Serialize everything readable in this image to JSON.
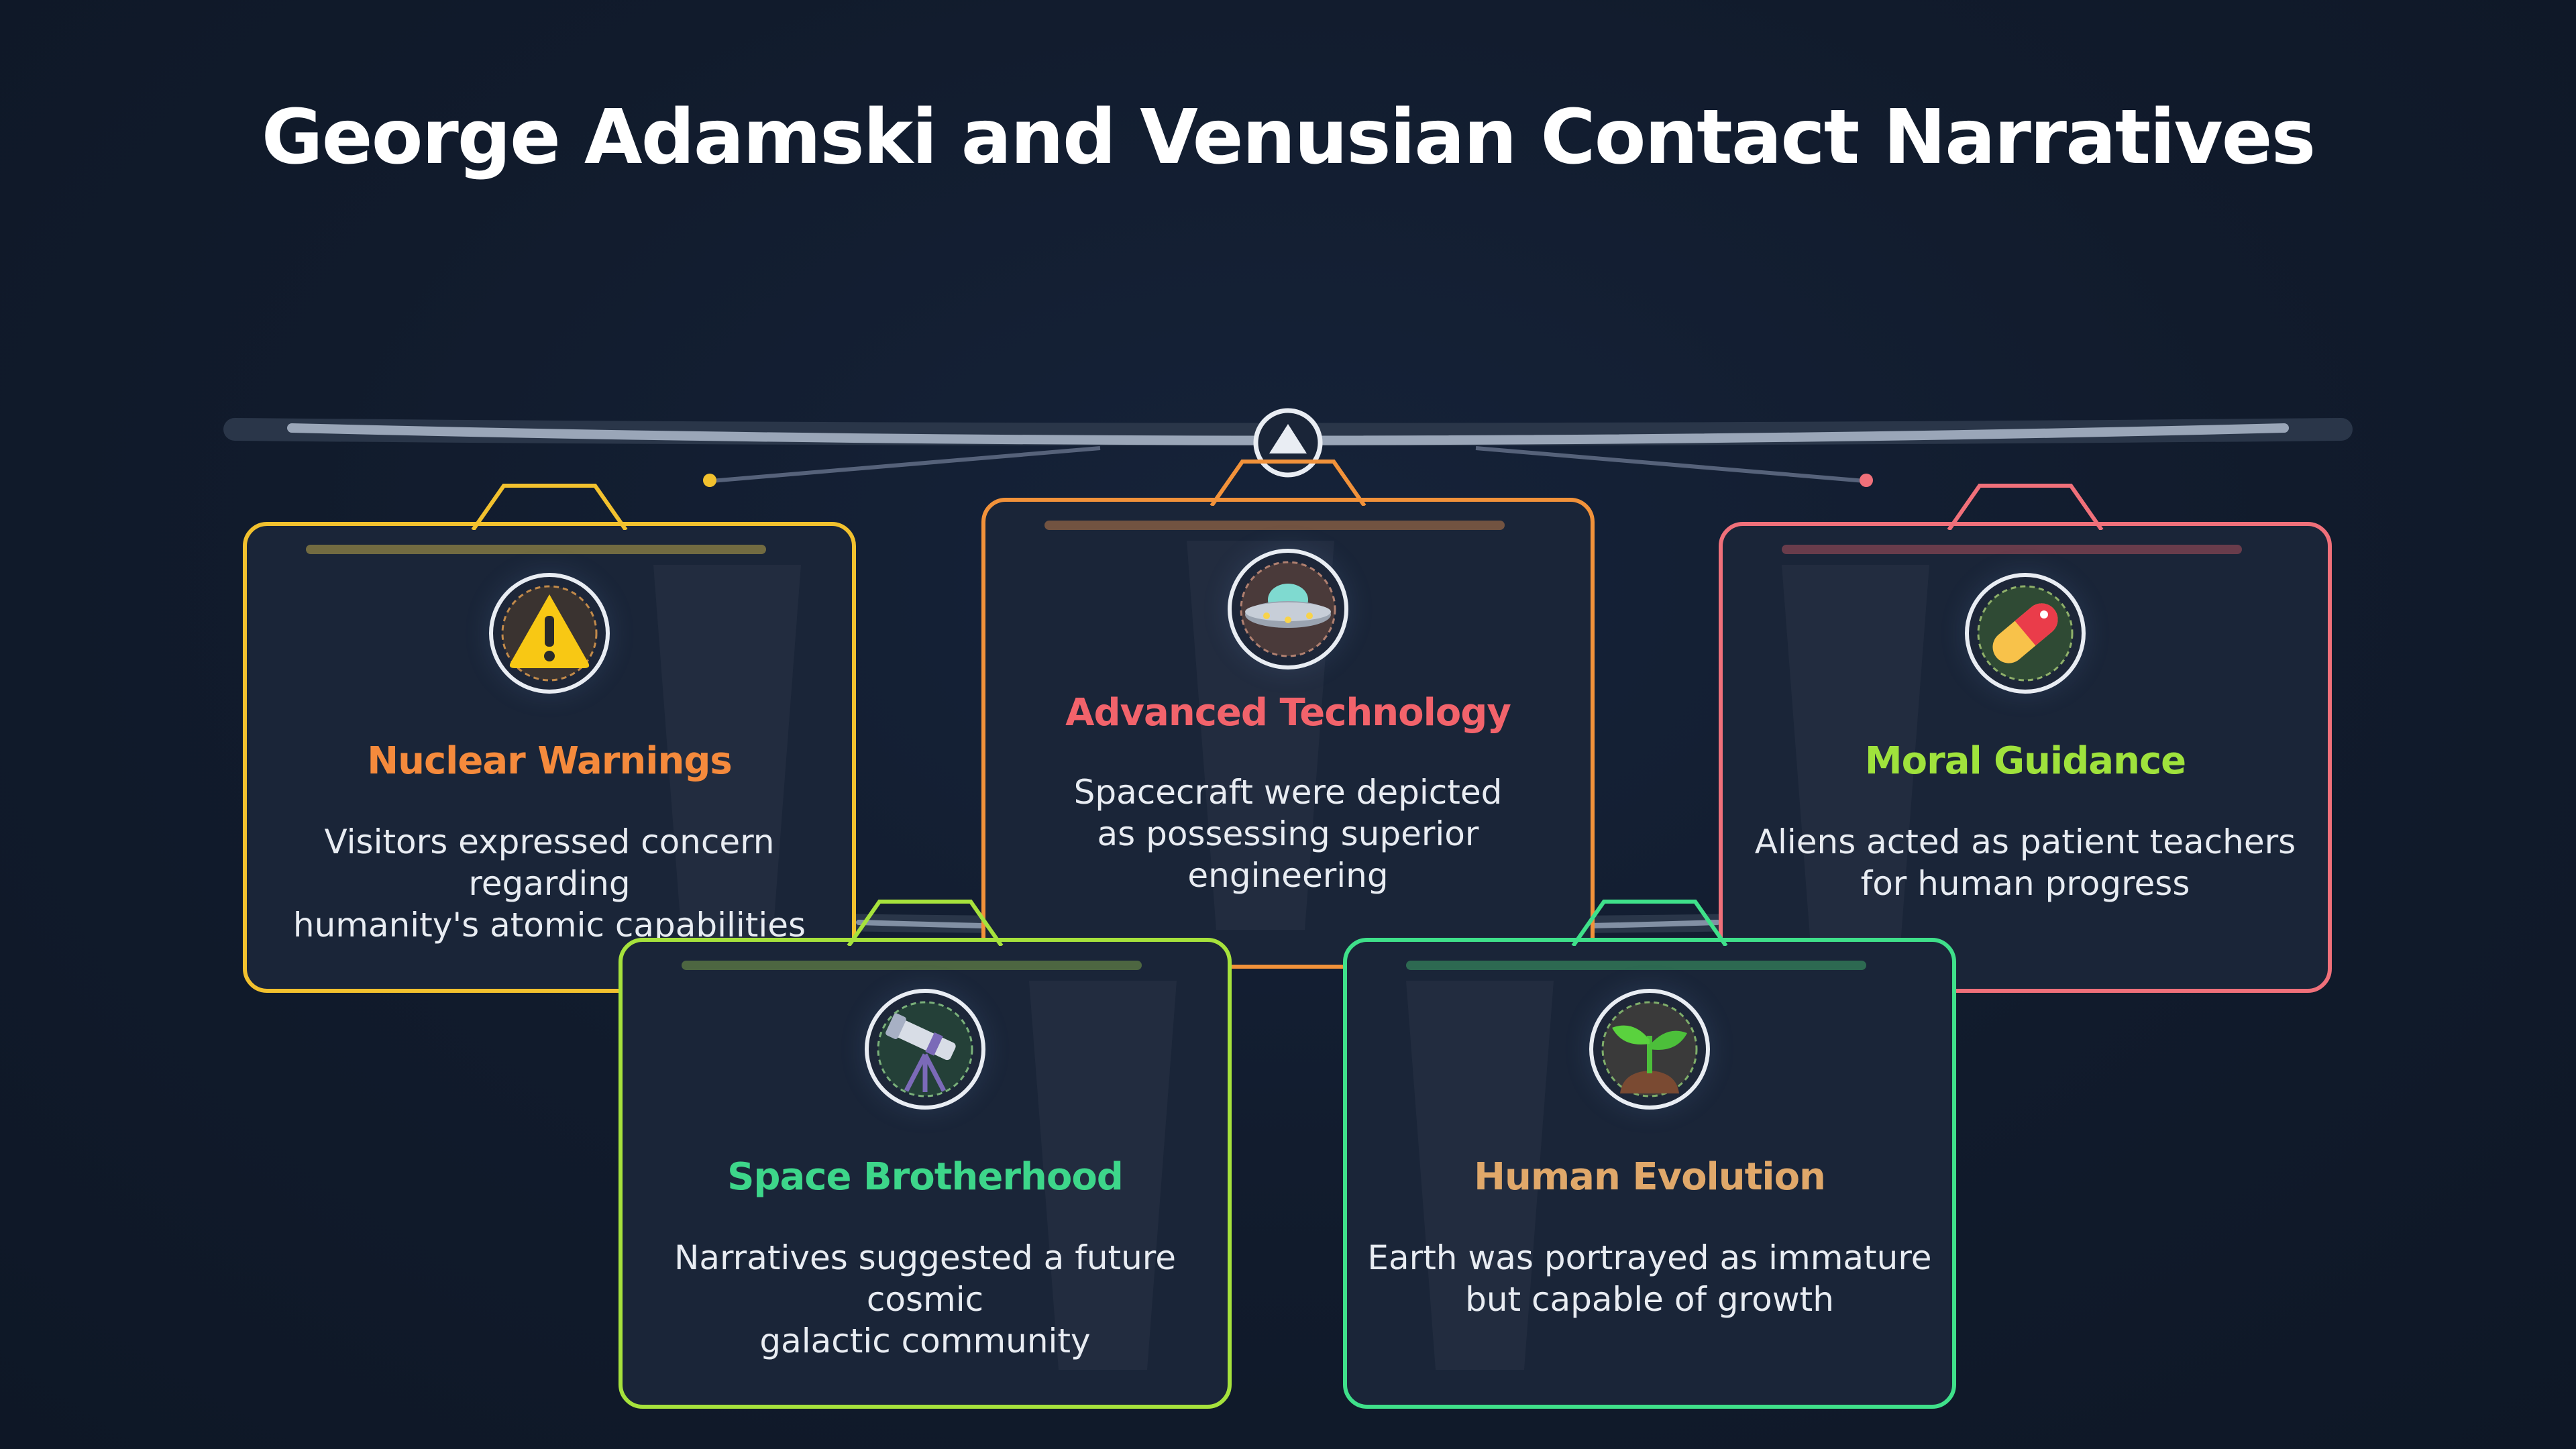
{
  "title": "George Adamski and Venusian Contact Narratives",
  "cards": [
    {
      "id": "nuclear-warnings",
      "title": "Nuclear Warnings",
      "description": "Visitors expressed concern regarding\nhumanity's atomic capabilities",
      "icon": "warning-icon",
      "border_color": "#f2c12e",
      "title_color": "#f58a3c"
    },
    {
      "id": "advanced-technology",
      "title": "Advanced Technology",
      "description": "Spacecraft were depicted\nas possessing superior engineering",
      "icon": "ufo-icon",
      "border_color": "#f2923a",
      "title_color": "#f2636b"
    },
    {
      "id": "moral-guidance",
      "title": "Moral Guidance",
      "description": "Aliens acted as patient teachers\nfor human progress",
      "icon": "pill-icon",
      "border_color": "#f0707a",
      "title_color": "#9fe23c"
    },
    {
      "id": "space-brotherhood",
      "title": "Space Brotherhood",
      "description": "Narratives suggested a future cosmic\ngalactic community",
      "icon": "telescope-icon",
      "border_color": "#a6e23c",
      "title_color": "#3dd68a"
    },
    {
      "id": "human-evolution",
      "title": "Human Evolution",
      "description": "Earth was portrayed as immature\nbut capable of growth",
      "icon": "seedling-icon",
      "border_color": "#3fe08a",
      "title_color": "#e0a86a"
    }
  ]
}
